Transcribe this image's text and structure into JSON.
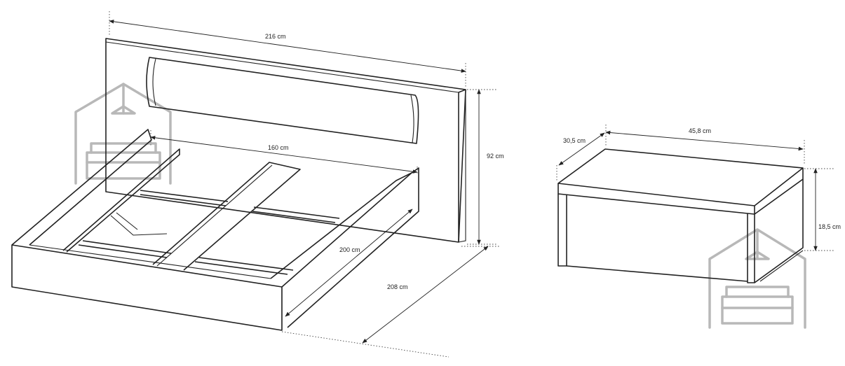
{
  "dimensions": {
    "headboard_width": "216 cm",
    "mattress_width": "160 cm",
    "headboard_height": "92 cm",
    "mattress_length": "200 cm",
    "bed_length": "208 cm",
    "nightstand_depth": "30,5 cm",
    "nightstand_width": "45,8 cm",
    "nightstand_height": "18,5 cm"
  },
  "icons": {
    "watermark": "house-sofa-logo-icon",
    "arrowhead": "arrow-head-icon"
  },
  "colors": {
    "line": "#222222",
    "watermark": "#b8b8b8",
    "background": "#ffffff"
  }
}
